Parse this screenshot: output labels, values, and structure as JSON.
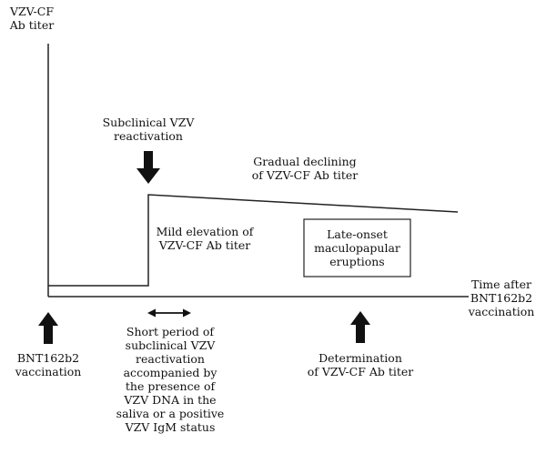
{
  "y_axis_label": [
    "VZV-CF",
    "Ab titer"
  ],
  "x_axis_label": [
    "Time after",
    "BNT162b2",
    "vaccination"
  ],
  "subclinical_reactivation": [
    "Subclinical VZV",
    "reactivation"
  ],
  "gradual_decline": [
    "Gradual declining",
    "of VZV-CF Ab titer"
  ],
  "mild_elevation": [
    "Mild elevation of",
    "VZV-CF Ab titer"
  ],
  "late_onset_box": [
    "Late-onset",
    "maculopapular",
    "eruptions"
  ],
  "vaccination": [
    "BNT162b2",
    "vaccination"
  ],
  "short_period": [
    "Short period of",
    "subclinical VZV",
    "reactivation",
    "accompanied by",
    "the presence of",
    "VZV DNA in the",
    "saliva or a positive",
    "VZV IgM status"
  ],
  "determination": [
    "Determination",
    "of VZV-CF Ab titer"
  ]
}
